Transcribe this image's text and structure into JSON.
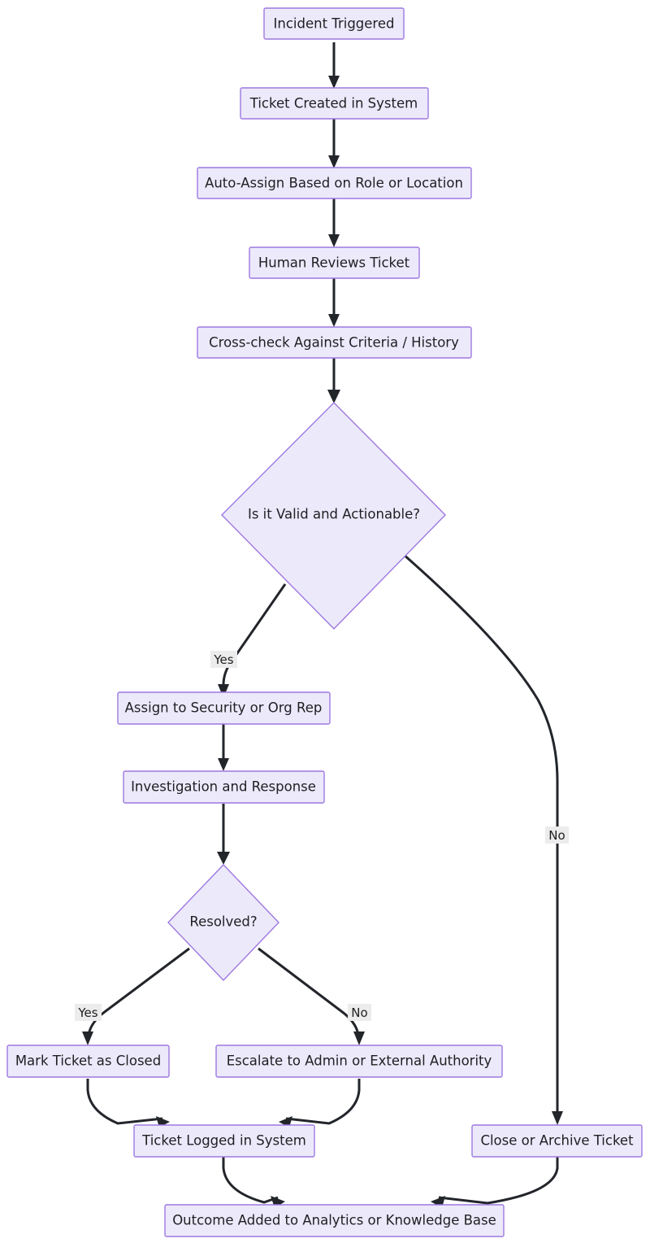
{
  "diagram": {
    "type": "flowchart",
    "direction": "top-to-bottom",
    "theme": {
      "node_fill": "#ECE9FB",
      "node_border": "#9D79E0",
      "edge_color": "#22252a",
      "edge_label_bg": "#ececec",
      "text_color": "#1f1f22",
      "background": "#ffffff"
    },
    "nodes": [
      {
        "id": "incident",
        "shape": "rect",
        "label": "Incident Triggered"
      },
      {
        "id": "ticket",
        "shape": "rect",
        "label": "Ticket Created in System"
      },
      {
        "id": "autoassign",
        "shape": "rect",
        "label": "Auto-Assign Based on Role or Location"
      },
      {
        "id": "review",
        "shape": "rect",
        "label": "Human Reviews Ticket"
      },
      {
        "id": "crosscheck",
        "shape": "rect",
        "label": "Cross-check Against Criteria / History"
      },
      {
        "id": "valid",
        "shape": "diamond",
        "label": "Is it Valid and Actionable?"
      },
      {
        "id": "assignrep",
        "shape": "rect",
        "label": "Assign to Security or Org Rep"
      },
      {
        "id": "investigation",
        "shape": "rect",
        "label": "Investigation and Response"
      },
      {
        "id": "resolved",
        "shape": "diamond",
        "label": "Resolved?"
      },
      {
        "id": "markclosed",
        "shape": "rect",
        "label": "Mark Ticket as Closed"
      },
      {
        "id": "escalate",
        "shape": "rect",
        "label": "Escalate to Admin or External Authority"
      },
      {
        "id": "logged",
        "shape": "rect",
        "label": "Ticket Logged in System"
      },
      {
        "id": "archive",
        "shape": "rect",
        "label": "Close or Archive Ticket"
      },
      {
        "id": "outcome",
        "shape": "rect",
        "label": "Outcome Added to Analytics or Knowledge Base"
      }
    ],
    "edges": [
      {
        "from": "incident",
        "to": "ticket",
        "label": ""
      },
      {
        "from": "ticket",
        "to": "autoassign",
        "label": ""
      },
      {
        "from": "autoassign",
        "to": "review",
        "label": ""
      },
      {
        "from": "review",
        "to": "crosscheck",
        "label": ""
      },
      {
        "from": "crosscheck",
        "to": "valid",
        "label": ""
      },
      {
        "from": "valid",
        "to": "assignrep",
        "label": "Yes"
      },
      {
        "from": "valid",
        "to": "archive",
        "label": "No"
      },
      {
        "from": "assignrep",
        "to": "investigation",
        "label": ""
      },
      {
        "from": "investigation",
        "to": "resolved",
        "label": ""
      },
      {
        "from": "resolved",
        "to": "markclosed",
        "label": "Yes"
      },
      {
        "from": "resolved",
        "to": "escalate",
        "label": "No"
      },
      {
        "from": "markclosed",
        "to": "logged",
        "label": ""
      },
      {
        "from": "escalate",
        "to": "logged",
        "label": ""
      },
      {
        "from": "logged",
        "to": "outcome",
        "label": ""
      },
      {
        "from": "archive",
        "to": "outcome",
        "label": ""
      }
    ],
    "edge_labels": {
      "valid_yes": "Yes",
      "valid_no": "No",
      "resolved_yes": "Yes",
      "resolved_no": "No"
    }
  }
}
